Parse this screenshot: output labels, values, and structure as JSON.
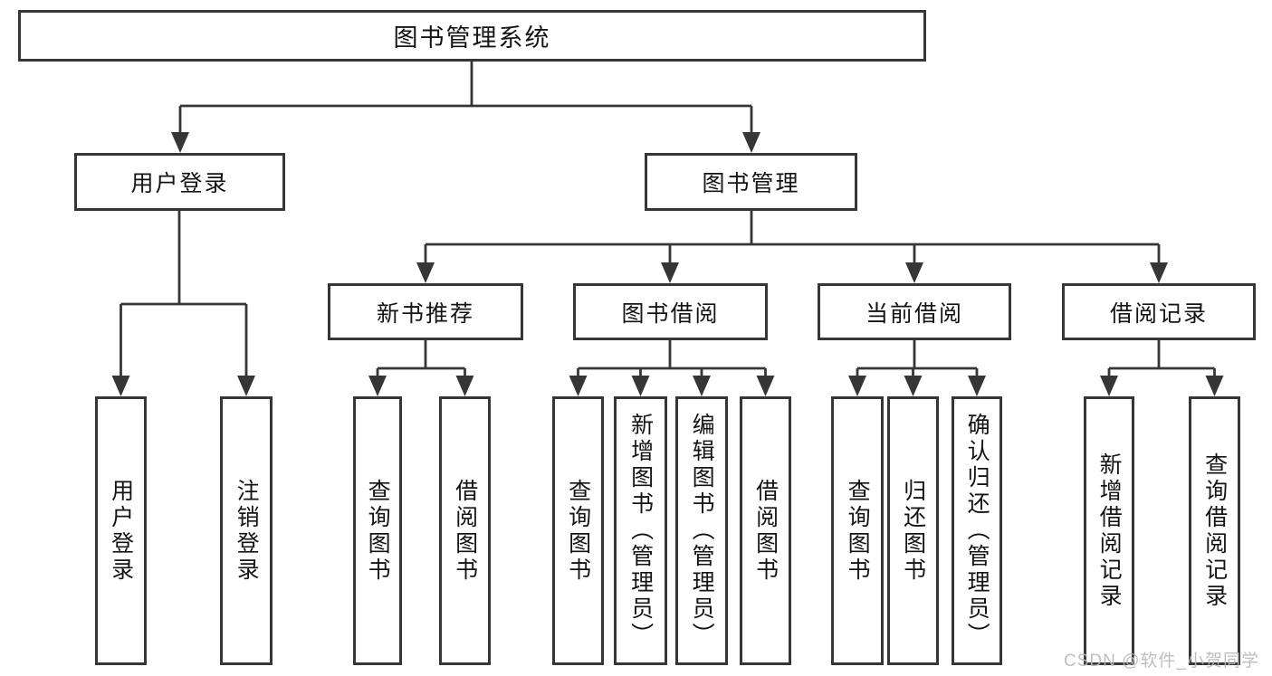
{
  "diagram_type": "hierarchy-tree",
  "colors": {
    "line": "#363636",
    "box_border": "#363636",
    "text": "#141414",
    "background": "#ffffff",
    "watermark": "#b9b9b9"
  },
  "tree": {
    "label": "图书管理系统",
    "children": [
      {
        "label": "用户登录",
        "children": [
          {
            "label": "用户登录"
          },
          {
            "label": "注销登录"
          }
        ]
      },
      {
        "label": "图书管理",
        "children": [
          {
            "label": "新书推荐",
            "children": [
              {
                "label": "查询图书"
              },
              {
                "label": "借阅图书"
              }
            ]
          },
          {
            "label": "图书借阅",
            "children": [
              {
                "label": "查询图书"
              },
              {
                "label": "新增图书（管理员）"
              },
              {
                "label": "编辑图书（管理员）"
              },
              {
                "label": "借阅图书"
              }
            ]
          },
          {
            "label": "当前借阅",
            "children": [
              {
                "label": "查询图书"
              },
              {
                "label": "归还图书"
              },
              {
                "label": "确认归还（管理员）"
              }
            ]
          },
          {
            "label": "借阅记录",
            "children": [
              {
                "label": "新增借阅记录"
              },
              {
                "label": "查询借阅记录"
              }
            ]
          }
        ]
      }
    ]
  },
  "watermark": {
    "text": "CSDN @软件_小贺同学"
  }
}
